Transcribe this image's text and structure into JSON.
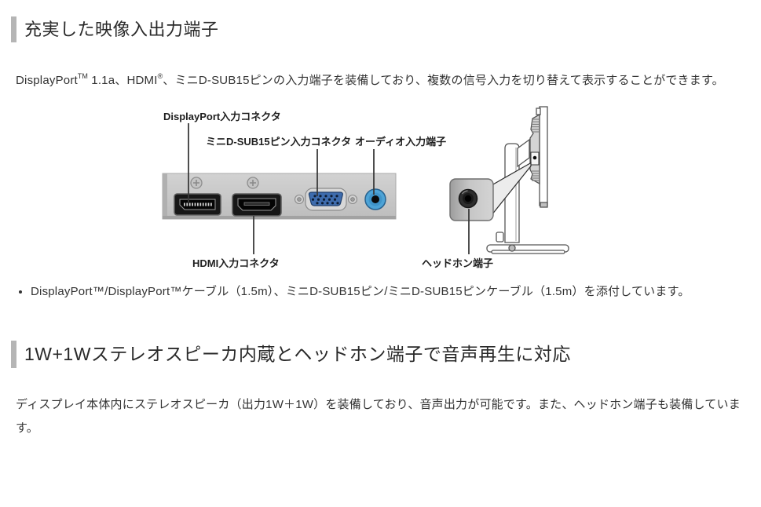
{
  "section1": {
    "heading": "充実した映像入出力端子",
    "intro_segments": [
      {
        "t": "DisplayPort"
      },
      {
        "t": "TM"
      },
      {
        "t": " 1.1a、HDMI"
      },
      {
        "t": "®"
      },
      {
        "t": "、ミニD-SUB15ピンの入力端子を装備しており、複数の信号入力を切り替えて表示することができます。"
      }
    ],
    "bullet": "DisplayPort™/DisplayPort™ケーブル（1.5m）、ミニD-SUB15ピン/ミニD-SUB15ピンケーブル（1.5m）を添付しています。"
  },
  "diagram": {
    "labels": {
      "displayport": "DisplayPort入力コネクタ",
      "minidsub": "ミニD-SUB15ピン入力コネクタ",
      "audio": "オーディオ入力端子",
      "hdmi": "HDMI入力コネクタ",
      "headphone": "ヘッドホン端子"
    },
    "colors": {
      "panel_gray": "#c8c8c8",
      "vga_blue": "#3e6cad",
      "audio_jack_blue": "#4da3d6"
    }
  },
  "section2": {
    "heading": "1W+1Wステレオスピーカ内蔵とヘッドホン端子で音声再生に対応",
    "body": "ディスプレイ本体内にステレオスピーカ（出力1W＋1W）を装備しており、音声出力が可能です。また、ヘッドホン端子も装備しています。"
  }
}
